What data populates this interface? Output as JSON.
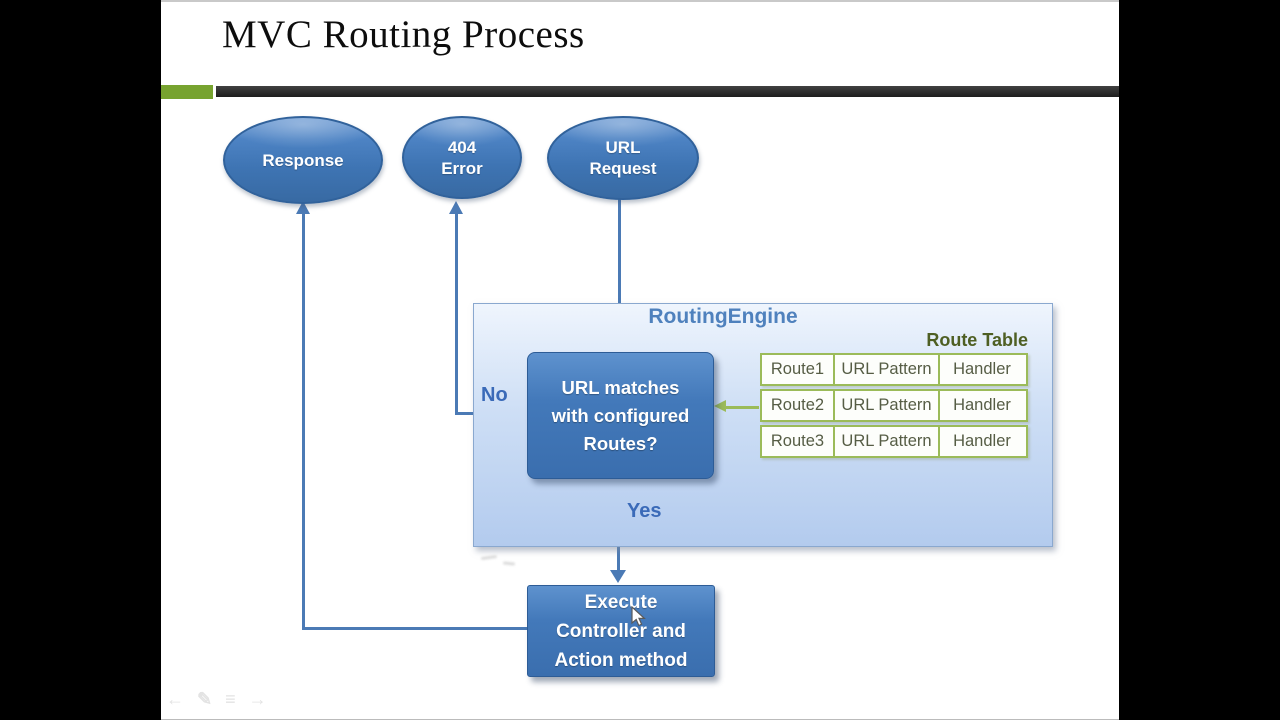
{
  "slide": {
    "title": "MVC Routing Process"
  },
  "diagram": {
    "container_label": "RoutingEngine",
    "nodes": {
      "response": {
        "label": "Response"
      },
      "error_404": {
        "line1": "404",
        "line2": "Error"
      },
      "url_request": {
        "line1": "URL",
        "line2": "Request"
      },
      "decision": {
        "line1": "URL matches",
        "line2": "with configured",
        "line3": "Routes?"
      },
      "execute": {
        "line1": "Execute",
        "line2": "Controller and",
        "line3": "Action method"
      }
    },
    "edge_labels": {
      "no": "No",
      "yes": "Yes"
    },
    "route_table": {
      "title": "Route Table",
      "rows": [
        [
          "Route1",
          "URL Pattern",
          "Handler"
        ],
        [
          "Route2",
          "URL Pattern",
          "Handler"
        ],
        [
          "Route3",
          "URL Pattern",
          "Handler"
        ]
      ]
    }
  },
  "colors": {
    "accent_green": "#77a32f",
    "header_bar": "#2b2b2b",
    "node_fill": "#3f76b4",
    "node_border": "#31629b",
    "arrow_blue": "#4b7ab5",
    "arrow_green": "#9bbb59",
    "edge_label_blue": "#3a6ab8",
    "engine_label_blue": "#4f81bd",
    "engine_fill": "#c3d6f2",
    "table_border_green": "#9bbb59",
    "table_title_olive": "#4e5f23",
    "table_text": "#565d45"
  },
  "presenter_controls": {
    "back": "←",
    "pen": "✎",
    "menu": "≡",
    "forward": "→"
  }
}
